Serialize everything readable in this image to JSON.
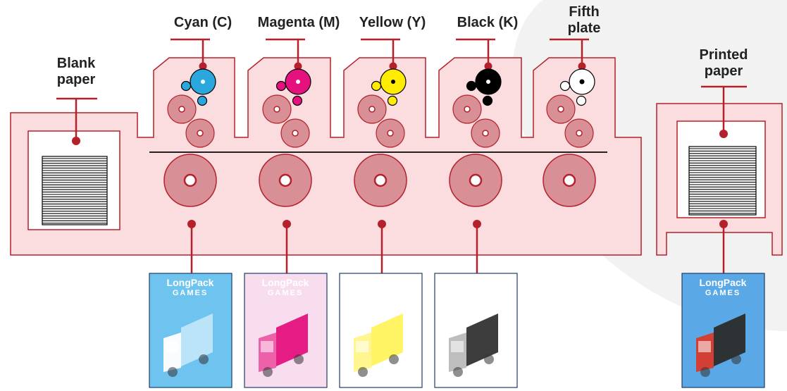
{
  "labels": {
    "blank_line1": "Blank",
    "blank_line2": "paper",
    "cyan": "Cyan (C)",
    "magenta": "Magenta (M)",
    "yellow": "Yellow (Y)",
    "black": "Black (K)",
    "fifth_line1": "Fifth",
    "fifth_line2": "plate",
    "printed_line1": "Printed",
    "printed_line2": "paper"
  },
  "cards": {
    "cyan_brand_line1": "LongPack",
    "cyan_brand_line2": "GAMES",
    "magenta_brand_line1": "LongPack",
    "magenta_brand_line2": "GAMES",
    "printed_brand_line1": "LongPack",
    "printed_brand_line2": "GAMES"
  },
  "colors": {
    "accent": "#b5212b",
    "machine_fill": "#fbdde0",
    "roller_fill": "#d98f96",
    "cyan": "#2aa8dd",
    "magenta": "#e5117e",
    "yellow": "#ffec00",
    "black": "#000000"
  }
}
